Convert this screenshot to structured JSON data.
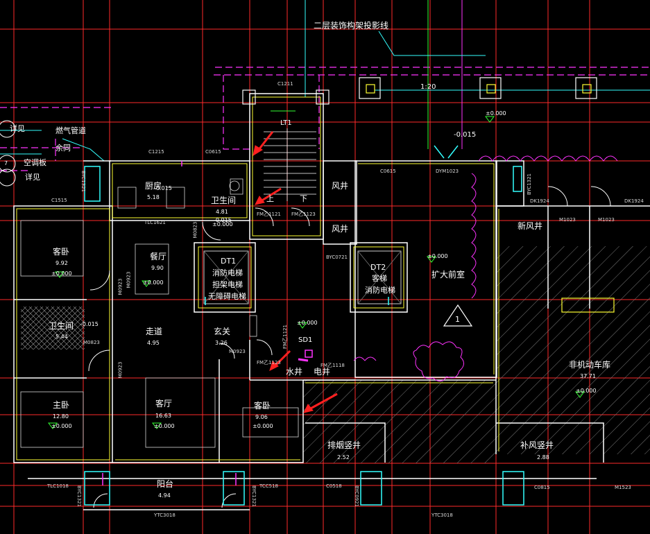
{
  "labels": {
    "projection_note": "二层装饰构架投影线",
    "scale": "1:20",
    "detail_1": "详见",
    "detail_2": "详见",
    "ac_panel": "空调板",
    "gas_pipe": "燃气管道",
    "gas_same": "余同",
    "circle_7": "7",
    "lt1": "LT1",
    "sd1": "SD1",
    "up": "上",
    "down": "下",
    "marker_1": "1"
  },
  "rooms": {
    "kitchen": {
      "name": "厨房",
      "area": "5.18"
    },
    "bath_top": {
      "name": "卫生间",
      "area": "4.81"
    },
    "guest_bed": {
      "name": "客卧",
      "area": "9.92"
    },
    "dining": {
      "name": "餐厅",
      "area": "9.90"
    },
    "bath_left": {
      "name": "卫生间",
      "area": "5.44"
    },
    "corridor": {
      "name": "走道",
      "area": "4.95"
    },
    "foyer": {
      "name": "玄关",
      "area": "3.26"
    },
    "master": {
      "name": "主卧",
      "area": "12.80"
    },
    "living": {
      "name": "客厅",
      "area": "16.63"
    },
    "guest_bed2": {
      "name": "客卧",
      "area": "9.06"
    },
    "balcony": {
      "name": "阳台",
      "area": "4.94"
    },
    "lobby": {
      "name": "扩大前室"
    },
    "new_shaft": {
      "name": "新风井"
    },
    "fire_lift": {
      "code": "DT1",
      "l1": "消防电梯",
      "l2": "担架电梯",
      "l3": "无障碍电梯"
    },
    "pass_lift": {
      "code": "DT2",
      "l1": "客梯",
      "l2": "消防电梯"
    },
    "wind_shaft_1": {
      "name": "风井"
    },
    "wind_shaft_2": {
      "name": "风井"
    },
    "water_well": {
      "name": "水井"
    },
    "elec_well": {
      "name": "电井"
    },
    "smoke_well": {
      "name": "排烟竖井",
      "area": "2.52"
    },
    "fresh_well": {
      "name": "补风竖井",
      "area": "2.88"
    },
    "refuge": {
      "name": "非机动车库",
      "area": "37.71"
    }
  },
  "levels": {
    "lv1": "±0.000",
    "lv2": "-0.015",
    "lv3": "±0.000",
    "lv4": "±0.000",
    "lv5": "-0.015",
    "lv6": "±0.000",
    "lv7": "±0.000",
    "lv8": "±0.000",
    "lv9": "±0.000",
    "lv10": "±0.000",
    "lv11": "-0.015",
    "lv12": "±0.000",
    "lv13": "±0.000",
    "lv14": "-0.015"
  },
  "codes": {
    "c1": "C1211",
    "c2": "C1215",
    "c3": "C0615",
    "c4": "C1515",
    "c5": "TLC1621",
    "c6": "BYC1321",
    "c7": "M0823",
    "c8": "M0923",
    "c9": "M0923",
    "c10": "M0823",
    "c11": "FM乙1121",
    "c12": "FM乙1123",
    "c13": "C0615",
    "c14": "DYM1023",
    "c15": "BYC1321",
    "c16": "DK1924",
    "c17": "DK1924",
    "c18": "M1023",
    "c19": "M1023",
    "c20": "BYC0721",
    "c21": "FM乙1123",
    "c22": "FM乙1118",
    "c23": "M0923",
    "c24": "M0923",
    "c25": "TLC1018",
    "c26": "YTC3018",
    "c27": "TCC518",
    "c28": "C0518",
    "c29": "YTC3018",
    "c30": "BYC1321",
    "c31": "BYC1321",
    "c32": "BYC0921",
    "c33": "C0815",
    "c34": "M1523",
    "c35": "FM乙1121"
  },
  "colors": {
    "background": "#000000",
    "wall": "#ffffff",
    "grid": "#ff3333",
    "magenta": "#ff33ff",
    "cyan": "#33ffff",
    "yellow": "#ffff33",
    "green": "#33ff33",
    "arrow": "#ff2020",
    "hatch": "#888888"
  }
}
